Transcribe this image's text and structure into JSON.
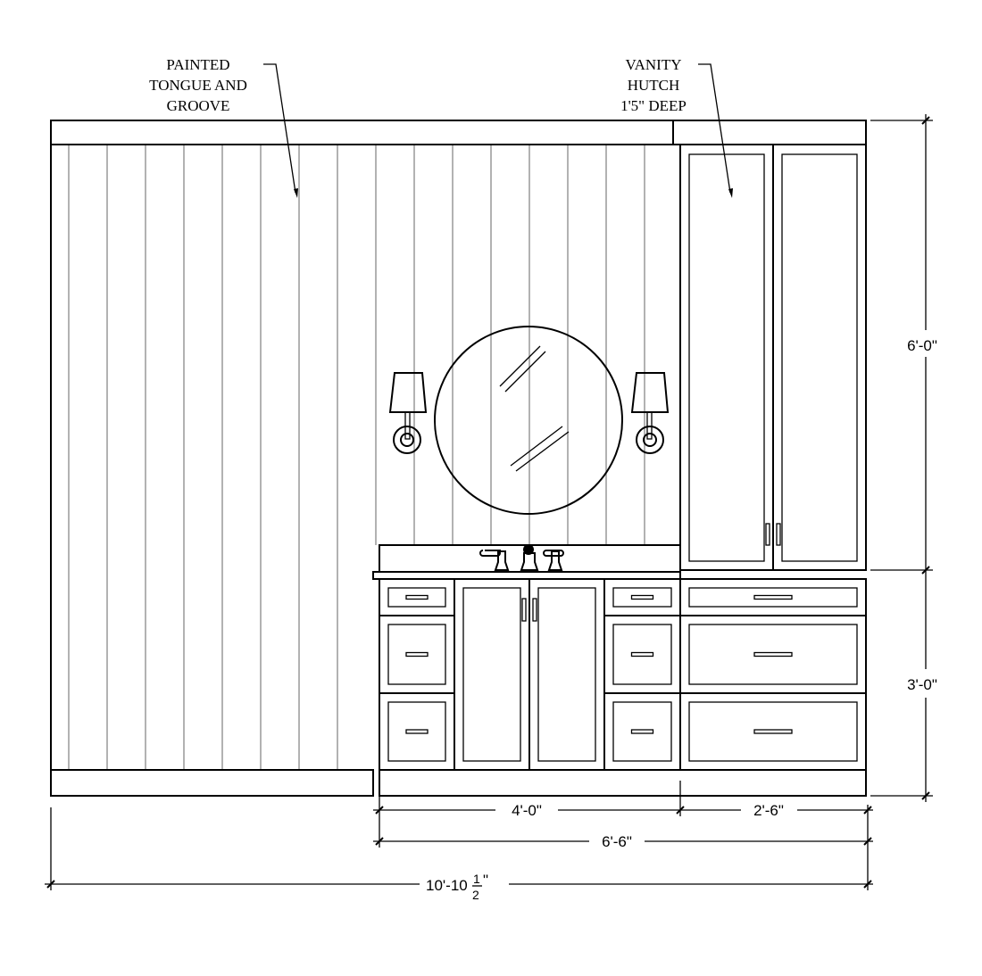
{
  "annotations": {
    "wall_finish": [
      "PAINTED",
      "TONGUE AND",
      "GROOVE"
    ],
    "hutch": [
      "VANITY",
      "HUTCH",
      "1'5\" DEEP"
    ]
  },
  "dimensions": {
    "upper_height": "6'-0\"",
    "lower_height": "3'-0\"",
    "vanity_width": "4'-0\"",
    "hutch_width": "2'-6\"",
    "cabinet_total_width": "6'-6\"",
    "wall_total_width_whole": "10'-10",
    "wall_total_width_num": "1",
    "wall_total_width_den": "2",
    "wall_total_width_suffix": "\""
  },
  "colors": {
    "line": "#000000",
    "board_line": "#888888"
  }
}
